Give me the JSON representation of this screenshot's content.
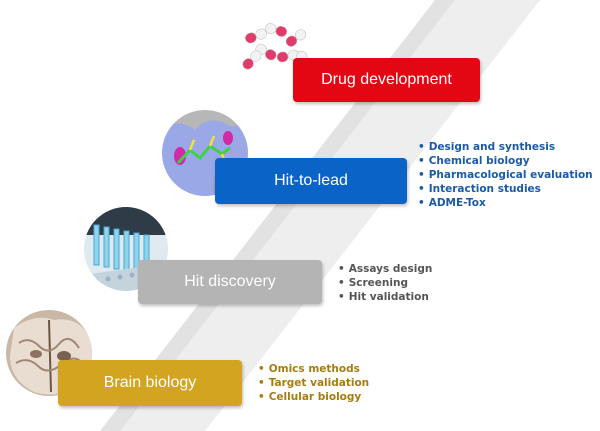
{
  "stages": [
    {
      "label": "Drug development",
      "color": "#e30613",
      "bullets": []
    },
    {
      "label": "Hit-to-lead",
      "color": "#0a64c8",
      "bullets": [
        "Design and synthesis",
        "Chemical biology",
        "Pharmacological evaluation",
        "Interaction studies",
        "ADME-Tox"
      ],
      "bullet_color": "#1a5aa6"
    },
    {
      "label": "Hit discovery",
      "color": "#b4b4b4",
      "bullets": [
        "Assays design",
        "Screening",
        "Hit validation"
      ],
      "bullet_color": "#555555"
    },
    {
      "label": "Brain biology",
      "color": "#d3a41f",
      "bullets": [
        "Omics methods",
        "Target validation",
        "Cellular biology"
      ],
      "bullet_color": "#a67c10"
    }
  ],
  "images": {
    "pills": "pills-illustration",
    "molecule": "molecular-docking-illustration",
    "plate": "pipette-microplate-illustration",
    "brain": "brain-section-illustration"
  }
}
